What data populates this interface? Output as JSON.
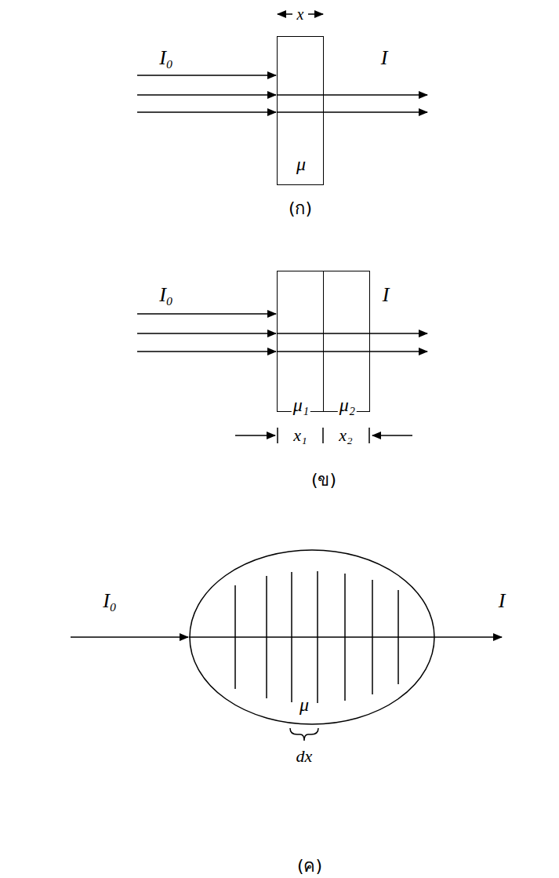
{
  "diagram": {
    "nodes": [
      {
        "text": [
          "μ"
        ]
      },
      {
        "text": [
          "μ₁"
        ]
      },
      {
        "text": [
          "μ₂"
        ]
      },
      {
        "text": [
          "μ"
        ]
      }
    ],
    "labels": [
      "x",
      "I₀",
      "I",
      "(ก)",
      "I₀",
      "I",
      "x₁",
      "x₂",
      "(ข)",
      "I₀",
      "I",
      "dx",
      "(ค)"
    ]
  }
}
